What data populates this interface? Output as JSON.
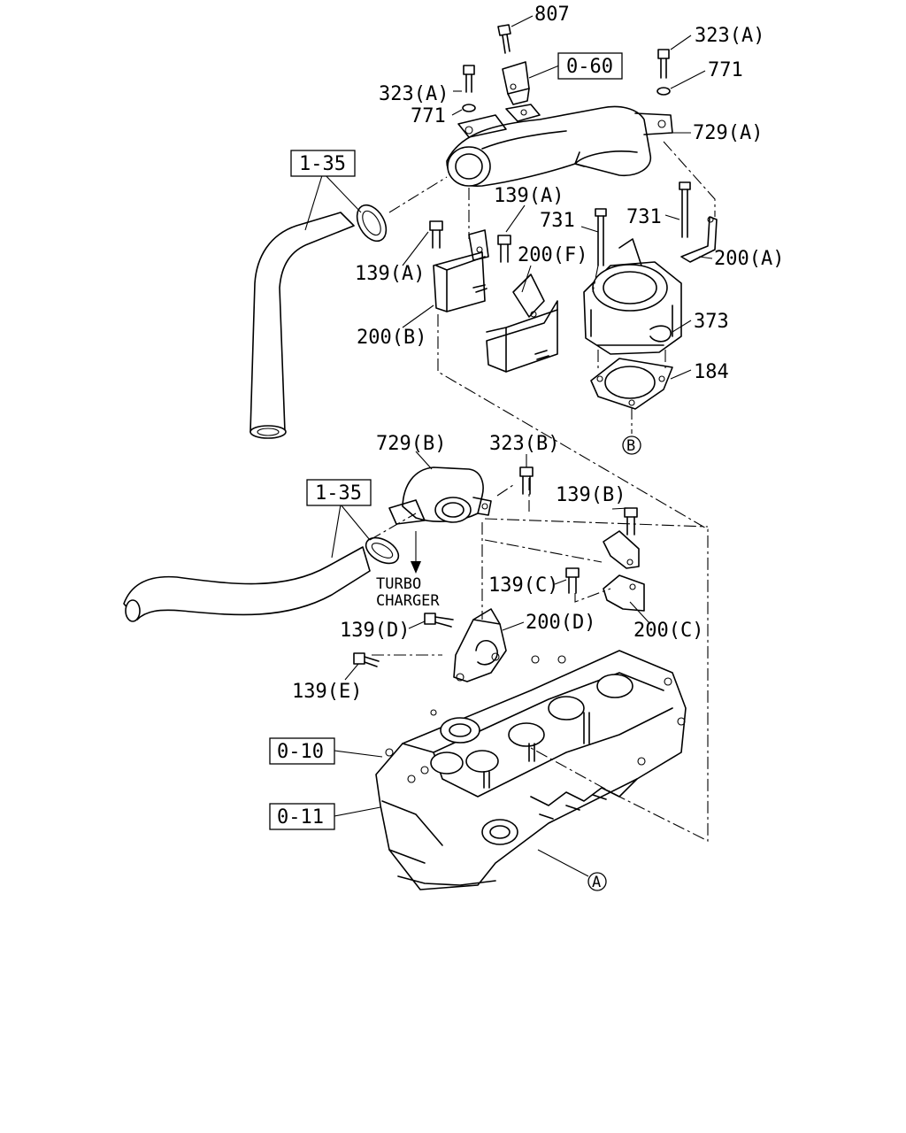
{
  "callouts": {
    "c807": "807",
    "c0_60": "0-60",
    "c323A_top": "323(A)",
    "c771_top": "771",
    "c323A_left": "323(A)",
    "c771_left": "771",
    "c729A": "729(A)",
    "c1_35_top": "1-35",
    "c139A_mid": "139(A)",
    "c731_a": "731",
    "c731_b": "731",
    "c139A_left": "139(A)",
    "c200F": "200(F)",
    "c200A": "200(A)",
    "c373": "373",
    "c200B": "200(B)",
    "c184": "184",
    "cB": "B",
    "c729B": "729(B)",
    "c323B": "323(B)",
    "c1_35_mid": "1-35",
    "c139B": "139(B)",
    "turbo_line1": "TURBO",
    "turbo_line2": "CHARGER",
    "c139C": "139(C)",
    "c139D": "139(D)",
    "c200D": "200(D)",
    "c200C": "200(C)",
    "c139E": "139(E)",
    "c0_10": "0-10",
    "c0_11": "0-11",
    "cA": "A"
  }
}
